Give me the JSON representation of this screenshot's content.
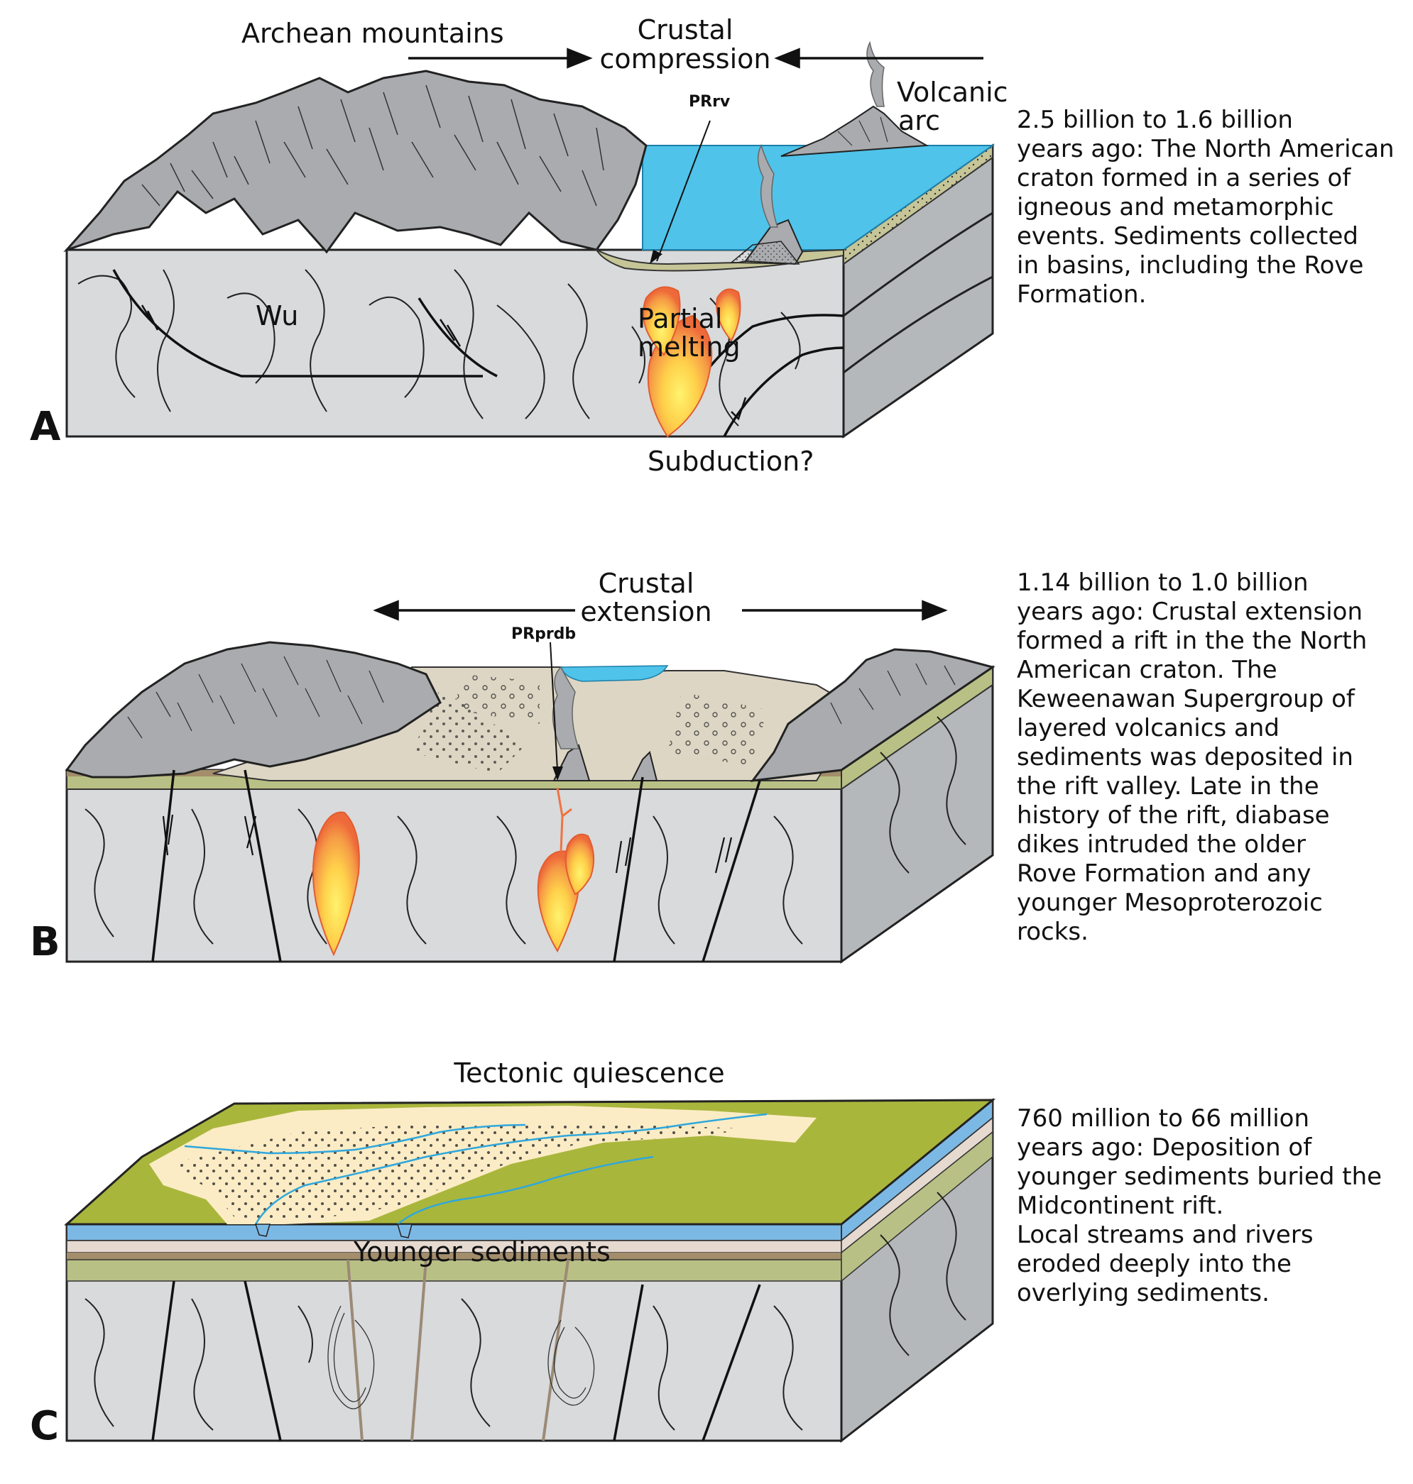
{
  "panels": [
    {
      "letter": "A",
      "title": "Crustal compression",
      "labels": {
        "mountains": "Archean mountains",
        "title_l1": "Crustal",
        "title_l2": "compression",
        "arc_l1": "Volcanic",
        "arc_l2": "arc",
        "unit_rv": "PRrv",
        "wu": "Wu",
        "melt_l1": "Partial",
        "melt_l2": "melting",
        "subduction": "Subduction?"
      },
      "description": [
        "2.5 billion to 1.6 billion",
        "years ago: The North American",
        "craton formed in a series of",
        "igneous and metamorphic",
        "events. Sediments collected",
        "in basins, including the Rove",
        "Formation."
      ]
    },
    {
      "letter": "B",
      "labels": {
        "title_l1": "Crustal",
        "title_l2": "extension",
        "unit_prdb": "PRprdb"
      },
      "description": [
        "1.14 billion to 1.0 billion",
        "years ago: Crustal extension",
        "formed a rift in the the North",
        "American craton. The",
        "Keweenawan Supergroup of",
        "layered volcanics and",
        "sediments was deposited in",
        "the rift valley. Late in the",
        "history of the rift, diabase",
        "dikes intruded the older",
        "Rove Formation and any",
        "younger Mesoproterozoic",
        "rocks."
      ]
    },
    {
      "letter": "C",
      "labels": {
        "title": "Tectonic quiescence",
        "younger": "Younger sediments"
      },
      "description": [
        "760 million to 66 million",
        "years ago: Deposition of",
        "younger sediments buried the",
        "Midcontinent rift.",
        "Local streams and rivers",
        "eroded deeply into the",
        "overlying sediments."
      ]
    }
  ],
  "colors": {
    "crust_front": "#d8dadc",
    "crust_side": "#b5b8bb",
    "mountain": "#a9abae",
    "water": "#4fc3ea",
    "sediment_olive": "#c6c597",
    "rift_fill": "#ddd6c4",
    "green_top": "#a9b63c",
    "cream": "#fbecc5",
    "blue_band": "#7cb8e4",
    "magma_outer": "#f07a45",
    "magma_inner": "#ffe96a"
  }
}
